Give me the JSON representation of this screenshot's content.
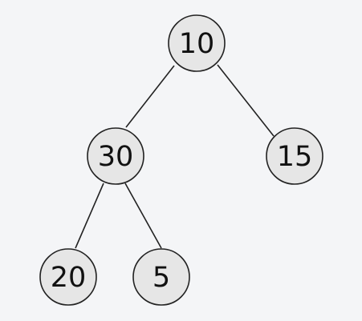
{
  "tree": {
    "nodes": [
      {
        "id": "n10",
        "label": "10"
      },
      {
        "id": "n30",
        "label": "30"
      },
      {
        "id": "n15",
        "label": "15"
      },
      {
        "id": "n20",
        "label": "20"
      },
      {
        "id": "n5",
        "label": "5"
      }
    ],
    "edges": [
      {
        "from": "n10",
        "to": "n30"
      },
      {
        "from": "n10",
        "to": "n15"
      },
      {
        "from": "n30",
        "to": "n20"
      },
      {
        "from": "n30",
        "to": "n5"
      }
    ]
  }
}
